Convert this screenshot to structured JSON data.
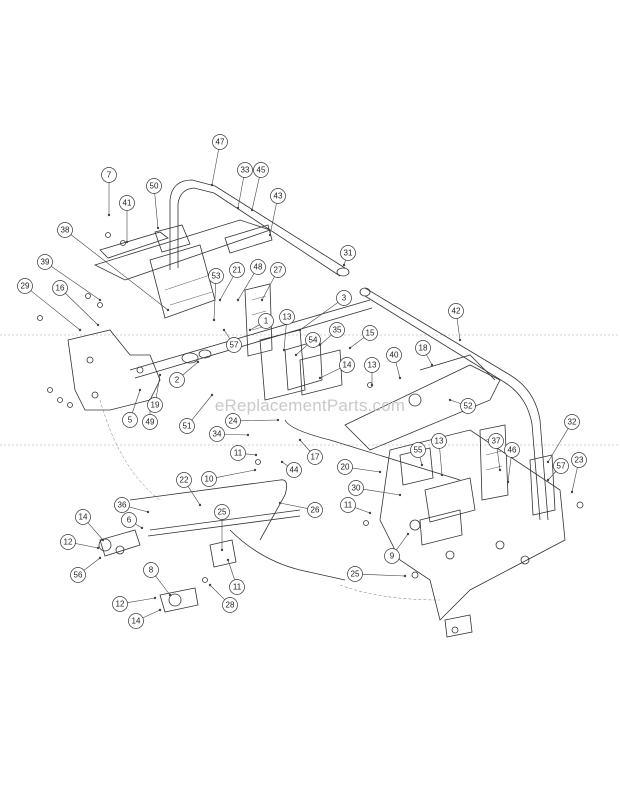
{
  "watermark": "eReplacementParts.com",
  "callouts": [
    "47",
    "7",
    "50",
    "33",
    "45",
    "41",
    "43",
    "38",
    "21",
    "48",
    "27",
    "31",
    "39",
    "53",
    "29",
    "16",
    "3",
    "13",
    "42",
    "1",
    "57",
    "54",
    "35",
    "15",
    "2",
    "14",
    "13",
    "40",
    "18",
    "19",
    "51",
    "5",
    "49",
    "52",
    "24",
    "34",
    "17",
    "11",
    "10",
    "44",
    "55",
    "13",
    "37",
    "46",
    "32",
    "20",
    "30",
    "57",
    "23",
    "22",
    "36",
    "26",
    "11",
    "6",
    "25",
    "14",
    "12",
    "56",
    "9",
    "25",
    "8",
    "11",
    "28",
    "12",
    "14"
  ]
}
